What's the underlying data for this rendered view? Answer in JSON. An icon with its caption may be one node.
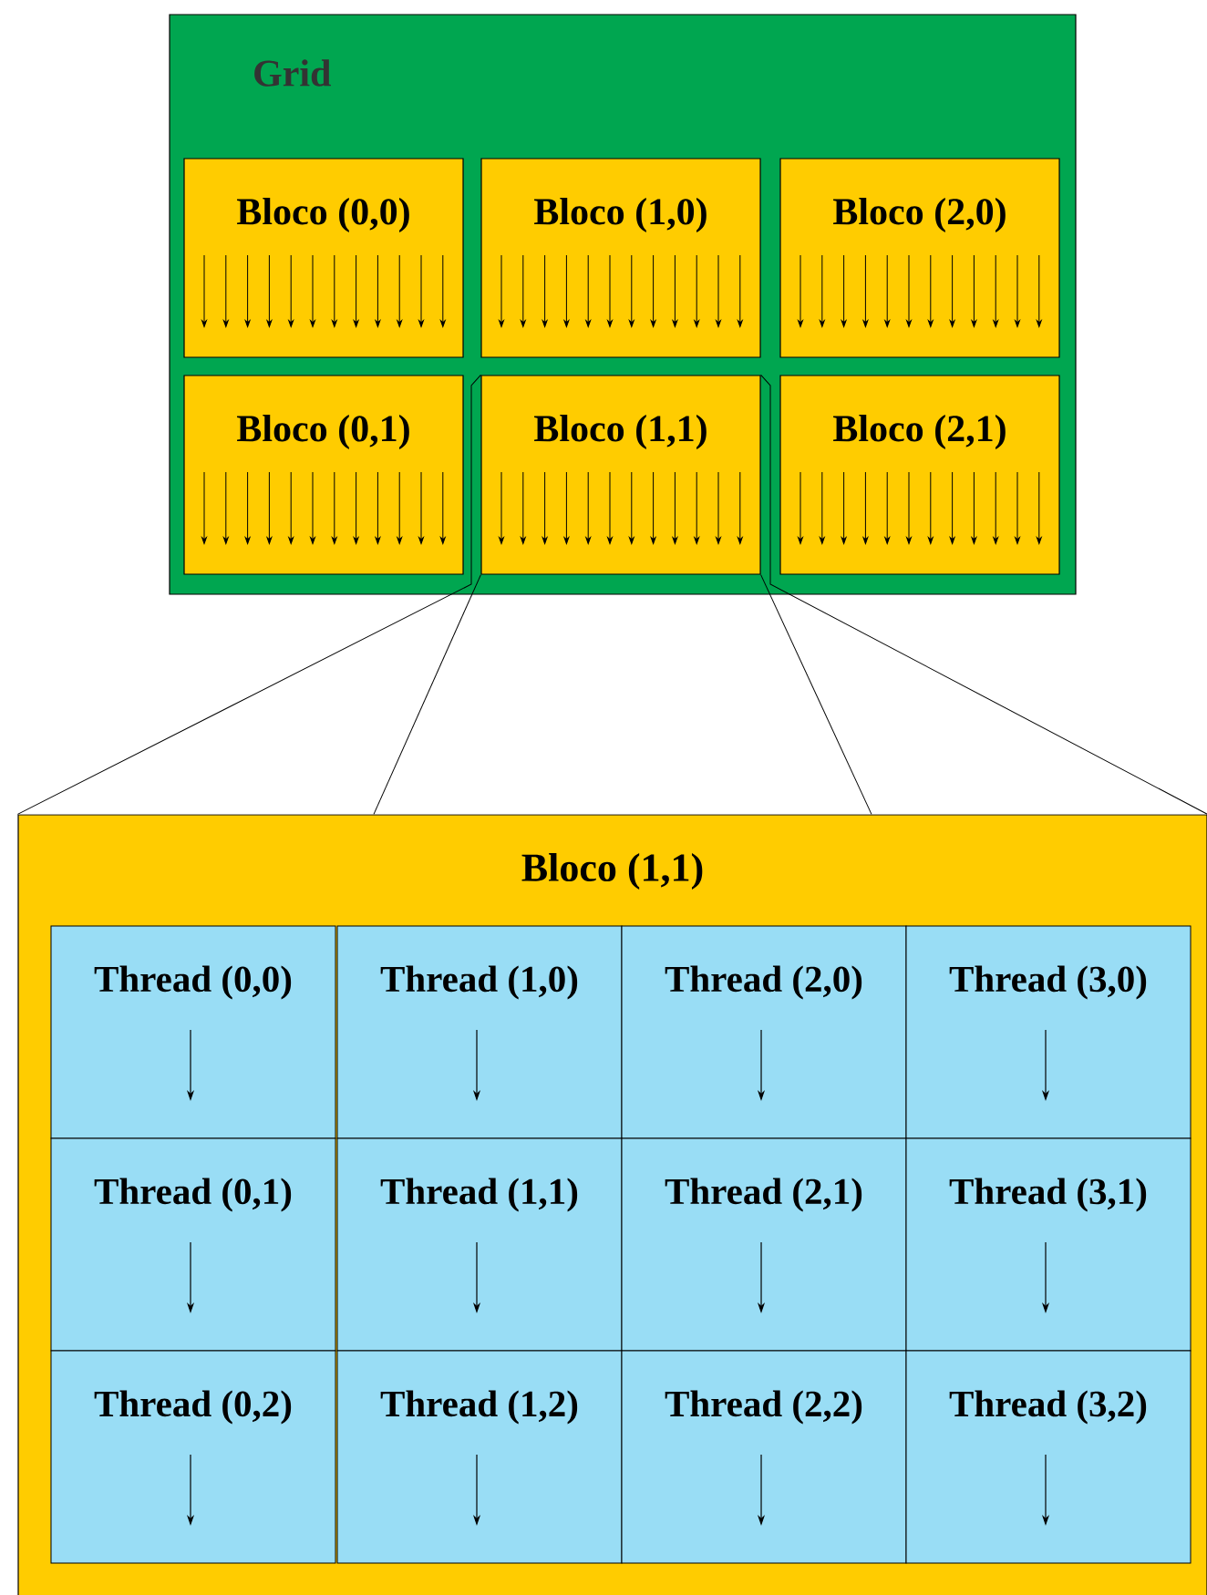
{
  "diagram": {
    "nodes": [
      {
        "text": [
          "Grid"
        ]
      },
      {
        "text": [
          "Bloco (0,0)"
        ],
        "in": 0
      },
      {
        "text": [
          "Bloco (1,0)"
        ],
        "in": 0
      },
      {
        "text": [
          "Bloco (2,0)"
        ],
        "in": 0
      },
      {
        "text": [
          "Bloco (0,1)"
        ],
        "in": 0
      },
      {
        "text": [
          "Bloco (1,1)"
        ],
        "in": 0
      },
      {
        "text": [
          "Bloco (2,1)"
        ],
        "in": 0
      },
      {
        "text": [
          "Bloco (1,1)"
        ]
      },
      {
        "text": [
          "Thread (0,0)"
        ],
        "in": 7
      },
      {
        "text": [
          "Thread (1,0)"
        ],
        "in": 7
      },
      {
        "text": [
          "Thread (2,0)"
        ],
        "in": 7
      },
      {
        "text": [
          "Thread (3,0)"
        ],
        "in": 7
      },
      {
        "text": [
          "Thread (0,1)"
        ],
        "in": 7
      },
      {
        "text": [
          "Thread (1,1)"
        ],
        "in": 7
      },
      {
        "text": [
          "Thread (2,1)"
        ],
        "in": 7
      },
      {
        "text": [
          "Thread (3,1)"
        ],
        "in": 7
      },
      {
        "text": [
          "Thread (0,2)"
        ],
        "in": 7
      },
      {
        "text": [
          "Thread (1,2)"
        ],
        "in": 7
      },
      {
        "text": [
          "Thread (2,2)"
        ],
        "in": 7
      },
      {
        "text": [
          "Thread (3,2)"
        ],
        "in": 7
      }
    ],
    "edges": [
      {
        "from": 5,
        "to": 7,
        "arrow": "none"
      },
      {
        "from": 5,
        "to": 7,
        "arrow": "none"
      },
      {
        "from": 5,
        "to": 7,
        "arrow": "none"
      },
      {
        "from": 5,
        "to": 7,
        "arrow": "none"
      }
    ]
  }
}
